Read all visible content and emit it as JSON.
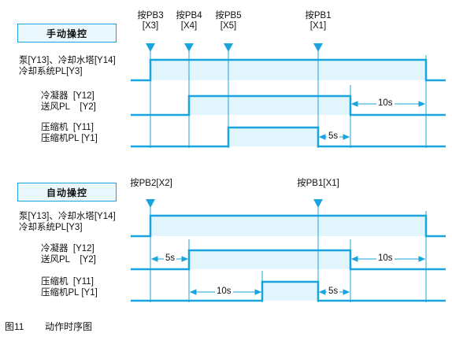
{
  "colors": {
    "line": "#19a4dd",
    "fill": "#e2f4fc",
    "grid": "#19a4dd",
    "text": "#111111"
  },
  "manual": {
    "mode_label": "手动操控",
    "buttons": [
      {
        "line1": "按PB3",
        "line2": "[X3]"
      },
      {
        "line1": "按PB4",
        "line2": "[X4]"
      },
      {
        "line1": "按PB5",
        "line2": "[X5]"
      },
      {
        "line1": "按PB1",
        "line2": "[X1]"
      }
    ],
    "signals": {
      "pump": {
        "line1": "泵[Y13]、冷却水塔[Y14]",
        "line2": "冷却系统PL[Y3]"
      },
      "condenser": {
        "line1": "冷凝器  [Y12]",
        "line2": "送风PL    [Y2]"
      },
      "compressor": {
        "line1": "压缩机  [Y11]",
        "line2": "压缩机PL [Y1]"
      }
    },
    "durations": {
      "condenser_delay": "10s",
      "compressor_delay": "5s"
    }
  },
  "auto": {
    "mode_label": "自动操控",
    "buttons": [
      {
        "line1": "按PB2[X2]"
      },
      {
        "line1": "按PB1[X1]"
      }
    ],
    "signals": {
      "pump": {
        "line1": "泵[Y13]、冷却水塔[Y14]",
        "line2": "冷却系统PL[Y3]"
      },
      "condenser": {
        "line1": "冷凝器  [Y12]",
        "line2": "送风PL    [Y2]"
      },
      "compressor": {
        "line1": "压缩机  [Y11]",
        "line2": "压缩机PL [Y1]"
      }
    },
    "durations": {
      "condenser_start_delay": "5s",
      "condenser_stop_delay": "10s",
      "compressor_start_delay": "10s",
      "compressor_stop_delay": "5s"
    }
  },
  "caption": {
    "figure_no": "图11",
    "title": "动作时序图"
  }
}
